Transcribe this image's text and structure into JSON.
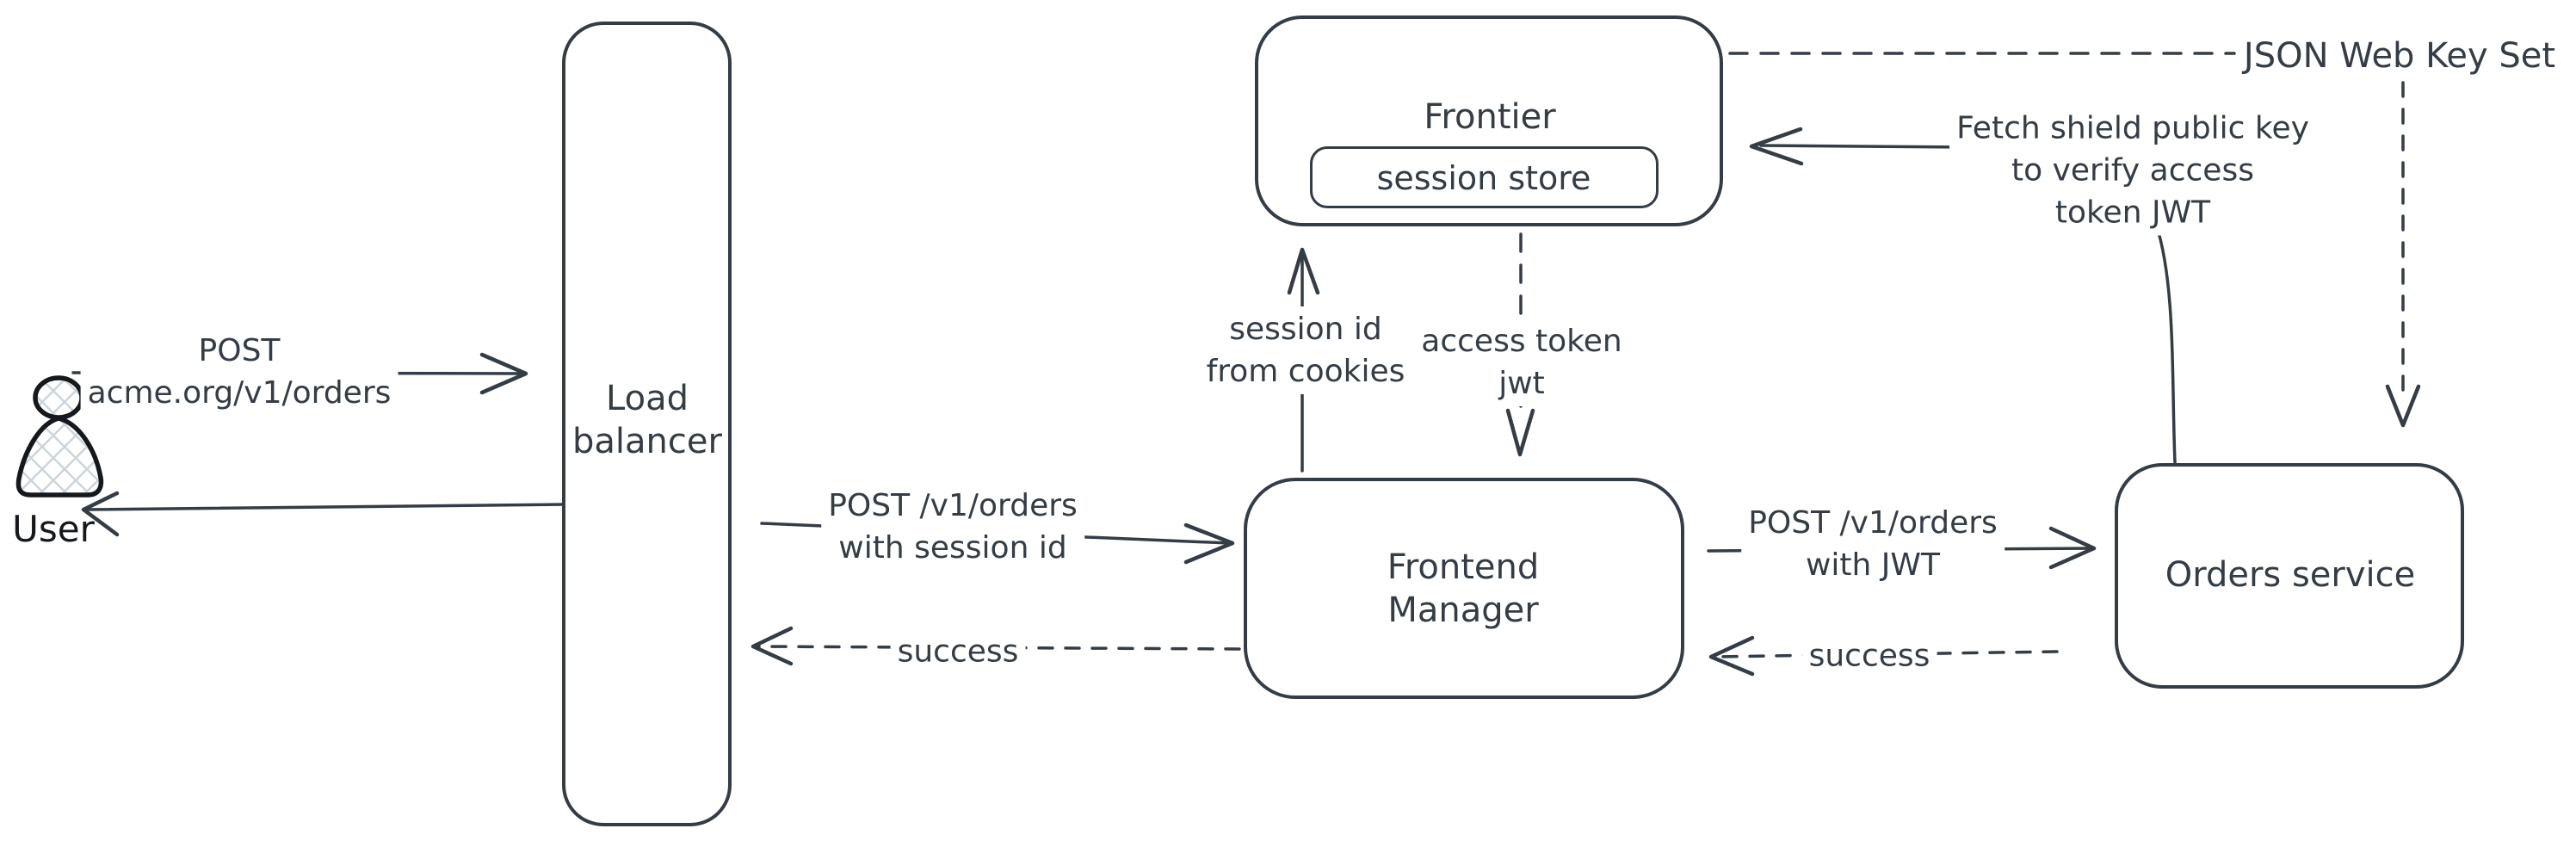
{
  "theme": {
    "canvas_bg": "#ffffff",
    "stroke": "#343c46",
    "user_stroke": "#15181c",
    "hatch": "#ccd5dc"
  },
  "nodes": {
    "user": {
      "label": "User"
    },
    "load_balancer": {
      "line1": "Load",
      "line2": "balancer"
    },
    "frontier": {
      "label": "Frontier"
    },
    "session_store": {
      "label": "session store"
    },
    "frontend_manager": {
      "line1": "Frontend",
      "line2": "Manager"
    },
    "orders_service": {
      "label": "Orders service"
    },
    "jwks": {
      "label": "JSON Web Key Set"
    }
  },
  "edges": {
    "user_to_lb": {
      "line1": "POST",
      "line2": "acme.org/v1/orders"
    },
    "lb_to_user": {
      "label": ""
    },
    "lb_to_fm": {
      "line1": "POST /v1/orders",
      "line2": "with session id"
    },
    "fm_to_frontier": {
      "line1": "session id",
      "line2": "from cookies"
    },
    "frontier_to_fm": {
      "line1": "access token",
      "line2": "jwt"
    },
    "fm_to_orders": {
      "line1": "POST /v1/orders",
      "line2": "with JWT"
    },
    "fm_to_lb_success": {
      "label": "success"
    },
    "orders_to_fm_success": {
      "label": "success"
    },
    "orders_to_frontier": {
      "line1": "Fetch shield public key",
      "line2": "to verify access",
      "line3": "token JWT"
    }
  }
}
